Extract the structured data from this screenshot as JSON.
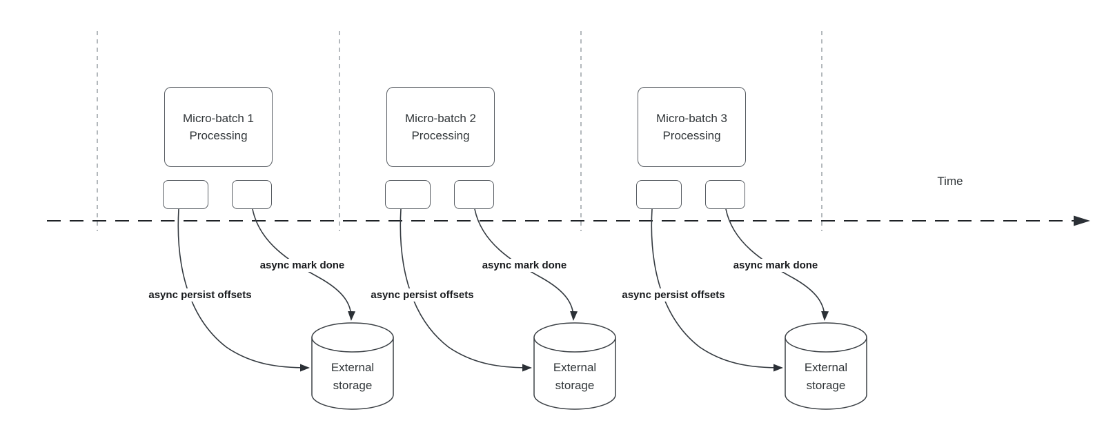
{
  "diagram": {
    "time_label": "Time",
    "groups": [
      {
        "process_label": "Micro-batch 1 Processing",
        "persist_label": "async persist offsets",
        "done_label": "async mark done",
        "storage_label": "External storage"
      },
      {
        "process_label": "Micro-batch 2 Processing",
        "persist_label": "async persist offsets",
        "done_label": "async mark done",
        "storage_label": "External storage"
      },
      {
        "process_label": "Micro-batch 3 Processing",
        "persist_label": "async persist offsets",
        "done_label": "async mark done",
        "storage_label": "External storage"
      }
    ],
    "colors": {
      "stroke": "#33393f",
      "guide_line": "#9aa0a6",
      "text": "#2f3437",
      "label_text": "#17191c",
      "background": "#ffffff"
    }
  }
}
